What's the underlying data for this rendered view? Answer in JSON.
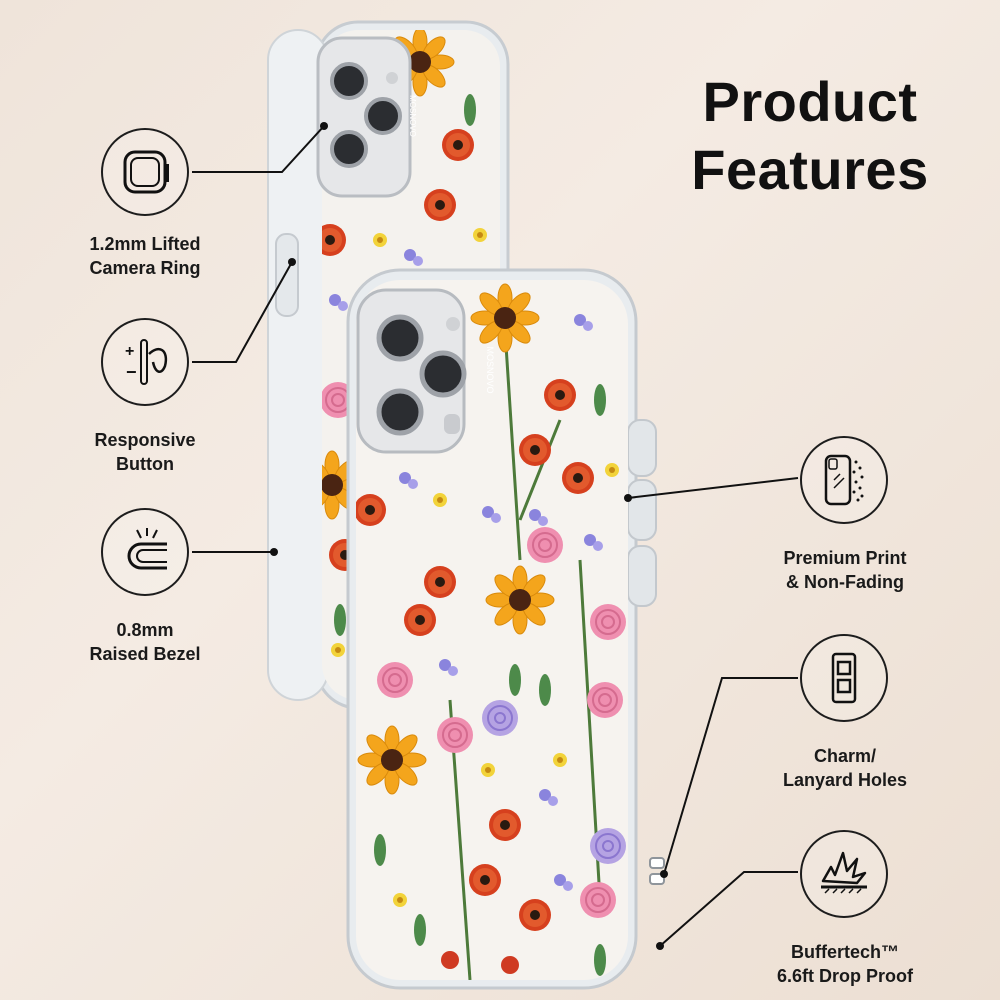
{
  "title": {
    "line1": "Product",
    "line2": "Features"
  },
  "brand_mark": "MOSNOVO",
  "colors": {
    "background": "#efe4da",
    "text": "#111111",
    "case_edge": "#d9dde1",
    "sunflower": "#f4a51c",
    "poppy": "#d6401e",
    "rose_pink": "#ef8fb0",
    "lavender": "#9c8ad6",
    "leaf": "#4d8a4a"
  },
  "features": [
    {
      "id": "camera-ring",
      "icon": "camera-ring-icon",
      "line1": "1.2mm Lifted",
      "line2": "Camera Ring"
    },
    {
      "id": "button",
      "icon": "responsive-button-icon",
      "line1": "Responsive",
      "line2": "Button"
    },
    {
      "id": "bezel",
      "icon": "raised-bezel-icon",
      "line1": "0.8mm",
      "line2": "Raised Bezel"
    },
    {
      "id": "print",
      "icon": "premium-print-icon",
      "line1": "Premium Print",
      "line2": "& Non-Fading"
    },
    {
      "id": "lanyard",
      "icon": "lanyard-holes-icon",
      "line1": "Charm/",
      "line2": "Lanyard Holes"
    },
    {
      "id": "drop",
      "icon": "drop-proof-icon",
      "line1": "Buffertech™",
      "line2": "6.6ft Drop Proof"
    }
  ]
}
